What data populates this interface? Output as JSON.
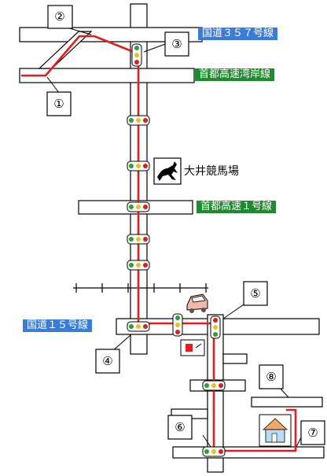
{
  "labels": {
    "route357": "国道３５７号線",
    "bayshore": "首都高速湾岸線",
    "racecourse": "大井競馬場",
    "shuto1": "首都高速１号線",
    "route15": "国道１５号線"
  },
  "markers": [
    "①",
    "②",
    "③",
    "④",
    "⑤",
    "⑥",
    "⑦",
    "⑧"
  ],
  "colors": {
    "route": "#e41e1e",
    "national_road_label": "#3b7bd9",
    "expressway_label": "#1f8a2e"
  }
}
